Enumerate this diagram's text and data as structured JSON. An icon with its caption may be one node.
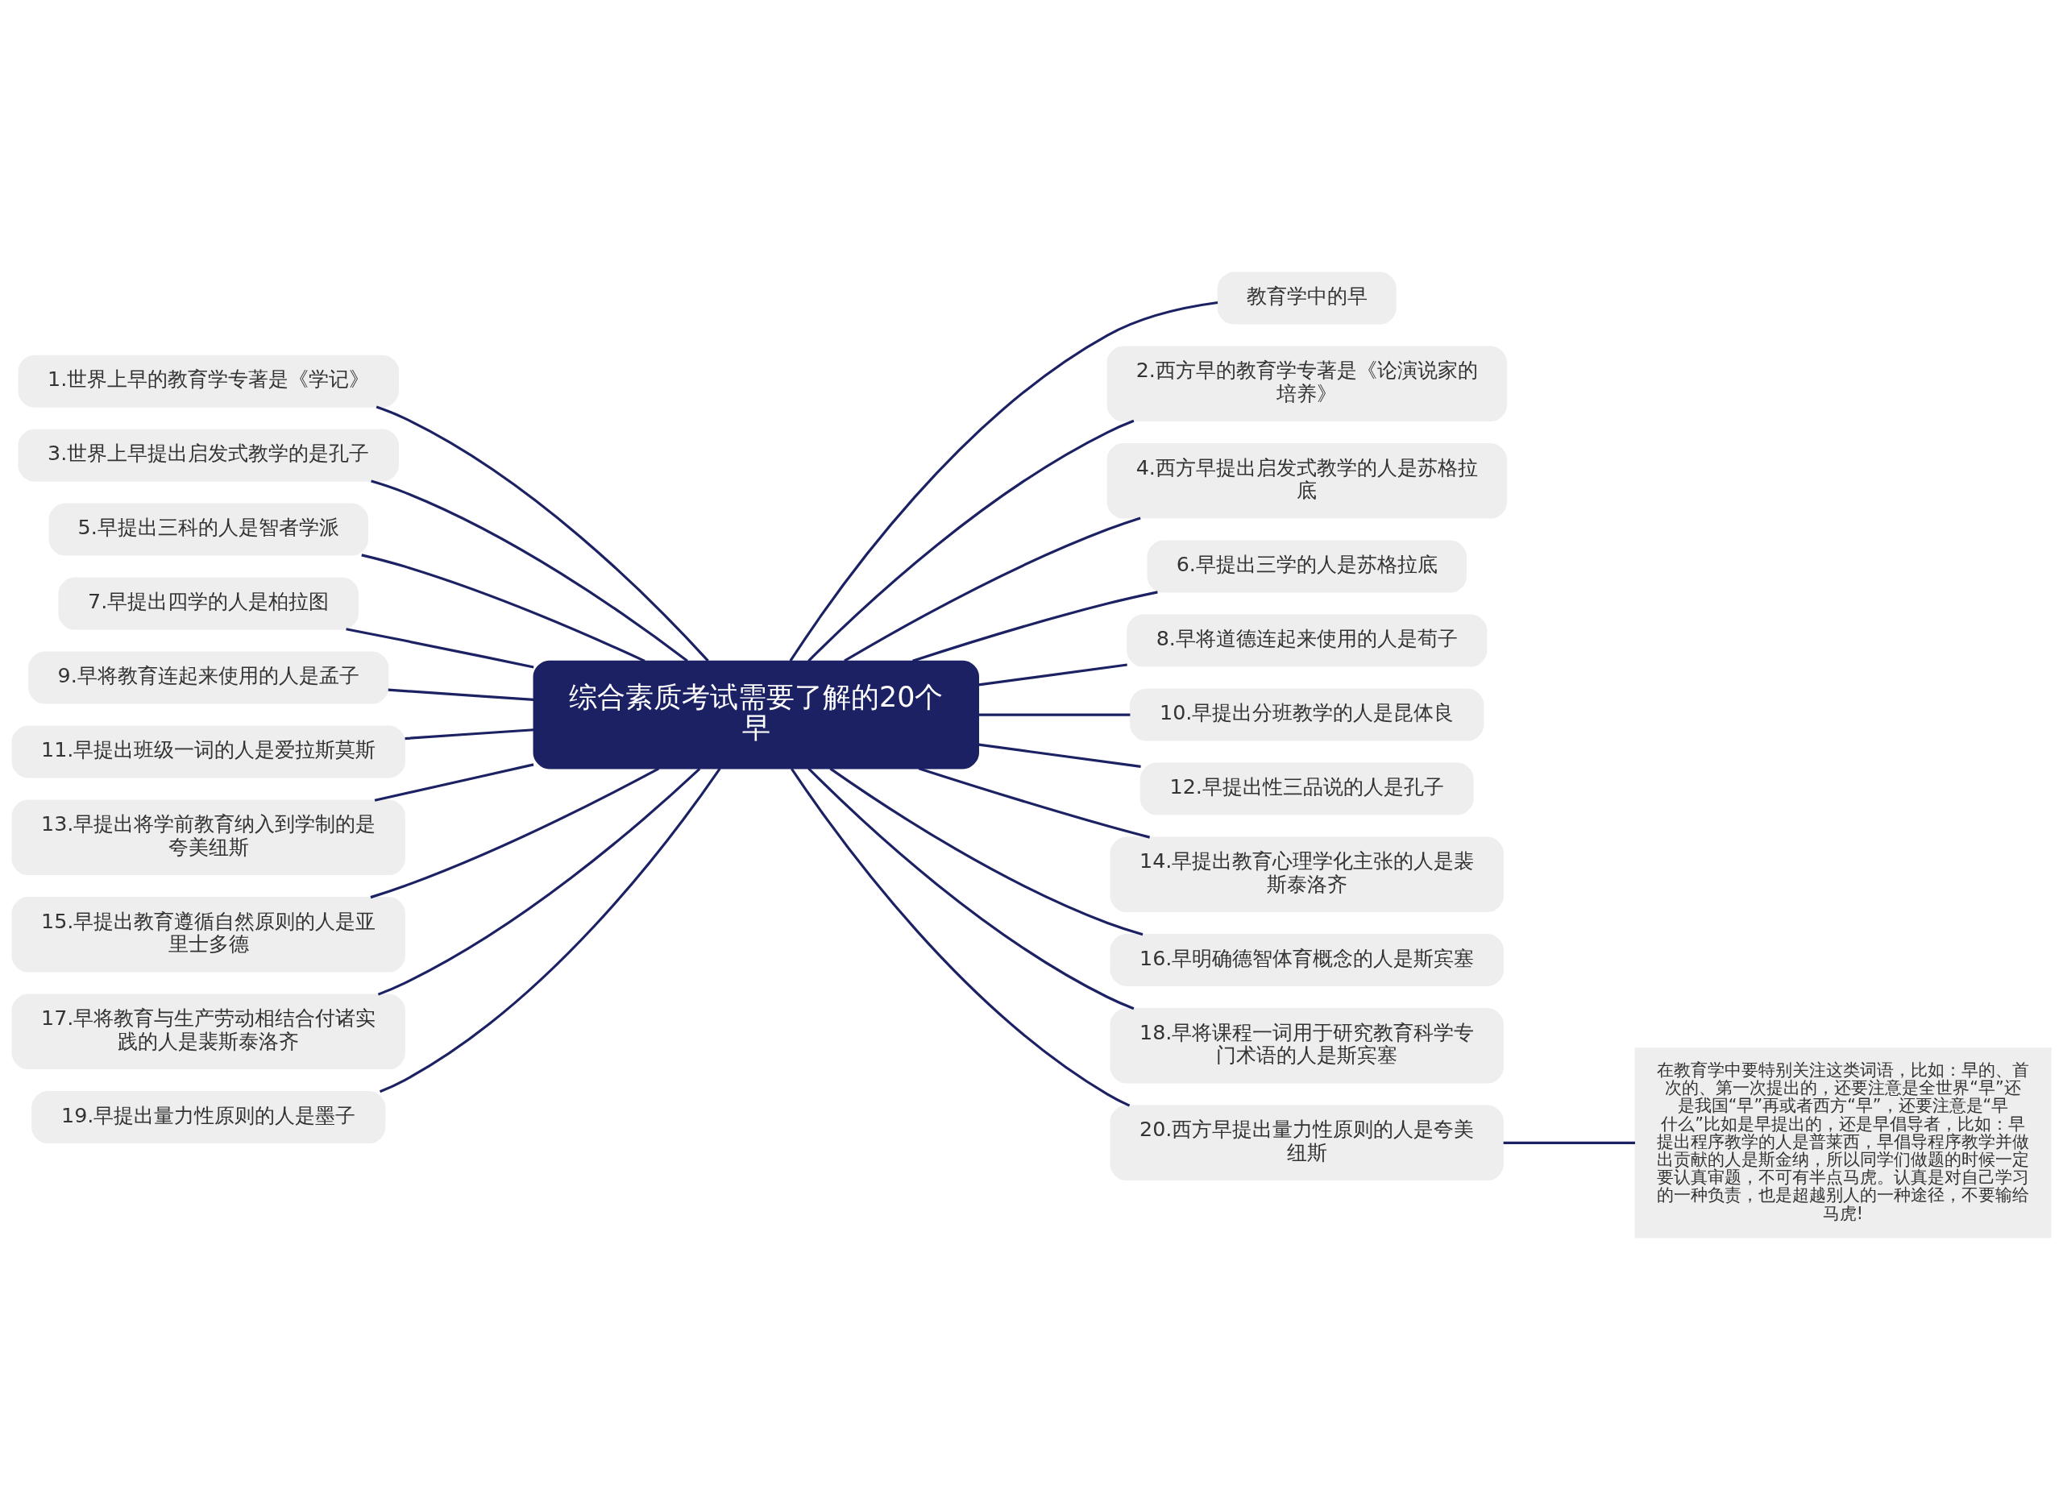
{
  "diagram": {
    "nodes": [
      {
        "text": [
          "综合素质考试需要了解的20个早"
        ]
      },
      {
        "text": [
          "教育学中的早"
        ]
      },
      {
        "text": [
          "1.世界上早的教育学专著是《学记》"
        ]
      },
      {
        "text": [
          "2.西方早的教育学专著是《论演说家的培养》"
        ]
      },
      {
        "text": [
          "3.世界上早提出启发式教学的是孔子"
        ]
      },
      {
        "text": [
          "4.西方早提出启发式教学的人是苏格拉底"
        ]
      },
      {
        "text": [
          "5.早提出三科的人是智者学派"
        ]
      },
      {
        "text": [
          "6.早提出三学的人是苏格拉底"
        ]
      },
      {
        "text": [
          "7.早提出四学的人是柏拉图"
        ]
      },
      {
        "text": [
          "8.早将道德连起来使用的人是荀子"
        ]
      },
      {
        "text": [
          "9.早将教育连起来使用的人是孟子"
        ]
      },
      {
        "text": [
          "10.早提出分班教学的人是昆体良"
        ]
      },
      {
        "text": [
          "11.早提出班级一词的人是爱拉斯莫斯"
        ]
      },
      {
        "text": [
          "12.早提出性三品说的人是孔子"
        ]
      },
      {
        "text": [
          "13.早提出将学前教育纳入到学制的是夸美纽斯"
        ]
      },
      {
        "text": [
          "14.早提出教育心理学化主张的人是裴斯泰洛齐"
        ]
      },
      {
        "text": [
          "15.早提出教育遵循自然原则的人是亚里士多德"
        ]
      },
      {
        "text": [
          "16.早明确德智体育概念的人是斯宾塞"
        ]
      },
      {
        "text": [
          "17.早将教育与生产劳动相结合付诸实践的人是裴斯泰洛齐"
        ]
      },
      {
        "text": [
          "18.早将课程一词用于研究教育科学专门术语的人是斯宾塞"
        ]
      },
      {
        "text": [
          "19.早提出量力性原则的人是墨子"
        ]
      },
      {
        "text": [
          "20.西方早提出量力性原则的人是夸美纽斯"
        ]
      },
      {
        "text": [
          "在教育学中要特别关注这类词语，比如：早的、首次的、第一次提出的，还要注意是全世界“早”还是我国“早”再或者西方“早”，还要注意是“早什么”比如是早提出的，还是早倡导者，比如：早提出程序教学的人是普莱西，早倡导程序教学并做出贡献的人是斯金纳，所以同学们做题的时候一定要认真审题，不可有半点马虎。认真是对自己学习的一种负责，也是超越别人的一种途径，不要输给马虎!"
        ]
      }
    ],
    "edges": [
      {
        "from": 0,
        "to": 1,
        "arrow": "none"
      },
      {
        "from": 0,
        "to": 2,
        "arrow": "none"
      },
      {
        "from": 0,
        "to": 3,
        "arrow": "none"
      },
      {
        "from": 0,
        "to": 4,
        "arrow": "none"
      },
      {
        "from": 0,
        "to": 5,
        "arrow": "none"
      },
      {
        "from": 0,
        "to": 6,
        "arrow": "none"
      },
      {
        "from": 0,
        "to": 7,
        "arrow": "none"
      },
      {
        "from": 0,
        "to": 8,
        "arrow": "none"
      },
      {
        "from": 0,
        "to": 9,
        "arrow": "none"
      },
      {
        "from": 0,
        "to": 10,
        "arrow": "none"
      },
      {
        "from": 0,
        "to": 11,
        "arrow": "none"
      },
      {
        "from": 0,
        "to": 12,
        "arrow": "none"
      },
      {
        "from": 0,
        "to": 13,
        "arrow": "none"
      },
      {
        "from": 0,
        "to": 14,
        "arrow": "none"
      },
      {
        "from": 0,
        "to": 15,
        "arrow": "none"
      },
      {
        "from": 0,
        "to": 16,
        "arrow": "none"
      },
      {
        "from": 0,
        "to": 17,
        "arrow": "none"
      },
      {
        "from": 0,
        "to": 18,
        "arrow": "none"
      },
      {
        "from": 0,
        "to": 19,
        "arrow": "none"
      },
      {
        "from": 0,
        "to": 20,
        "arrow": "none"
      },
      {
        "from": 0,
        "to": 21,
        "arrow": "none"
      },
      {
        "from": 21,
        "to": 22,
        "arrow": "none"
      }
    ]
  }
}
